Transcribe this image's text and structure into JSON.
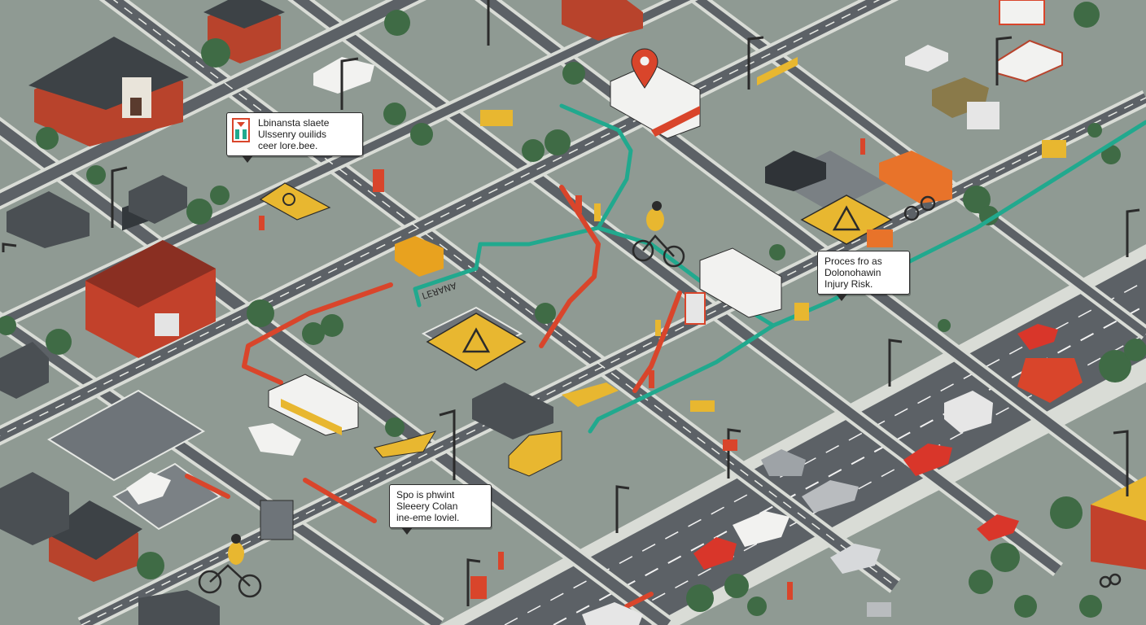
{
  "map": {
    "callouts": {
      "top_left": {
        "lines": [
          "Lbinansta slaete",
          "Ulssenry ouilids",
          "ceer lore.bee."
        ]
      },
      "right": {
        "lines": [
          "Proces fro as",
          "Dolonohawin",
          "Injury Risk."
        ]
      },
      "bottom": {
        "lines": [
          "Spo is phwint",
          "Sleeery Colan",
          "ine-eme loviel."
        ]
      }
    },
    "street_marking": "ꓡꓰꓤꓯꓠꓯ",
    "colors": {
      "ground": "#8f9a93",
      "road": "#5c6166",
      "sidewalk": "#d9dcd6",
      "teal_route": "#21a98e",
      "red_route": "#d9452b",
      "hazard": "#e8b730",
      "brick": "#b8432c",
      "roof": "#3d4246",
      "tree": "#3f6b45"
    },
    "icons": [
      "map-pin-icon",
      "hazard-sign-icon",
      "cyclist-icon",
      "pedestrian-icon",
      "car-icon",
      "tree-icon",
      "street-lamp-icon",
      "building-icon"
    ]
  }
}
